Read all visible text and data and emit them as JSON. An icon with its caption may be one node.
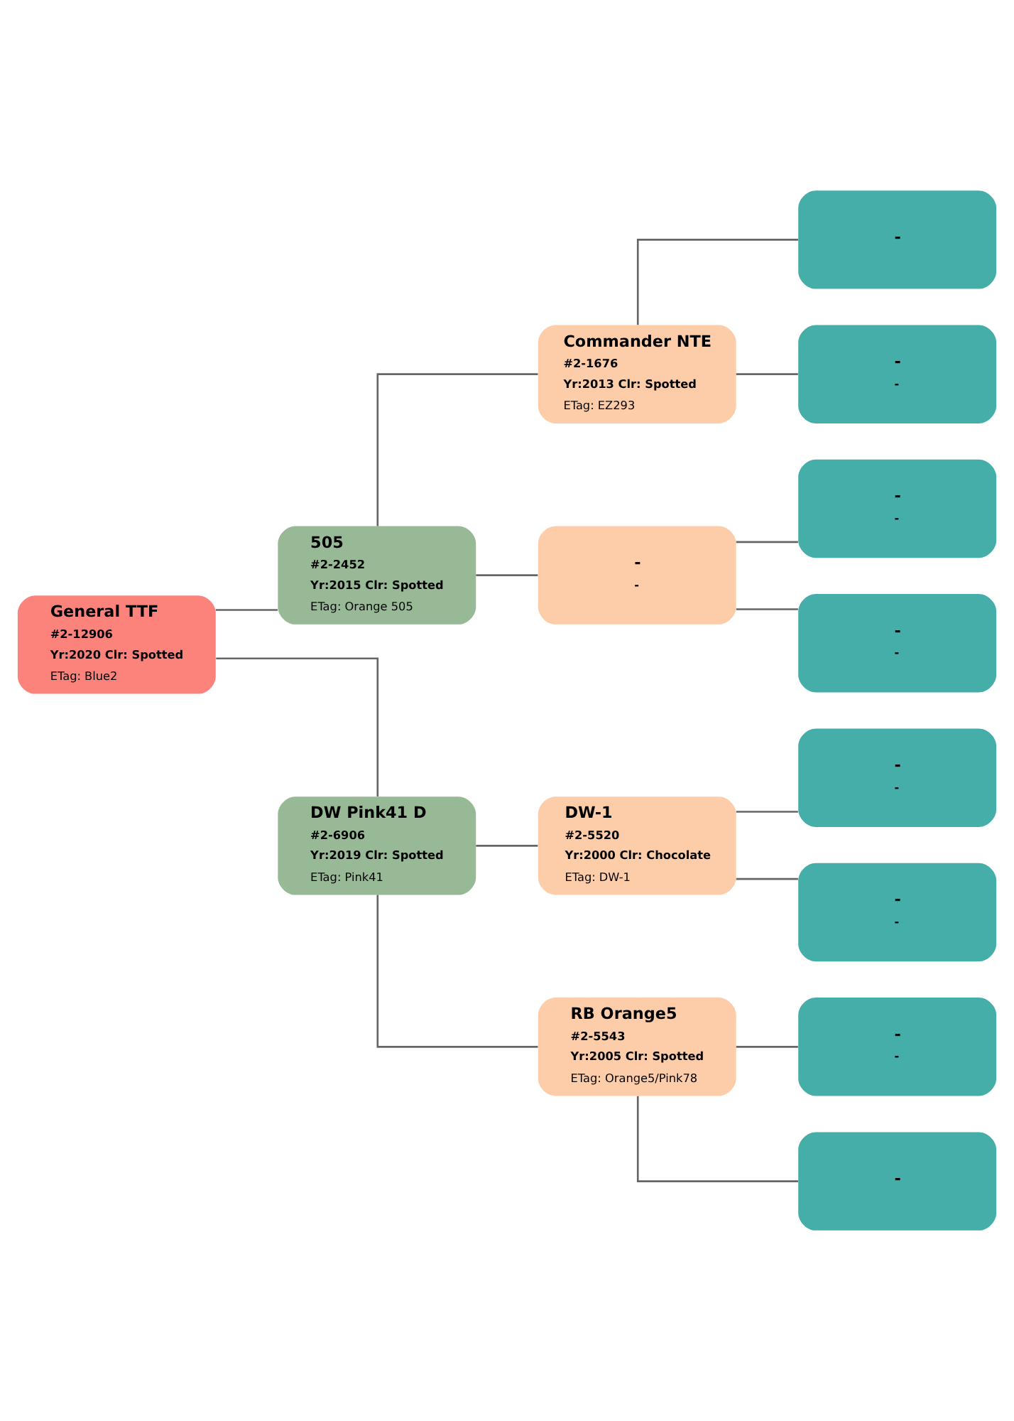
{
  "diagram": {
    "nodes": [
      {
        "text": [
          "General TTF",
          "#2-12906",
          "Yr:2020 Clr: Spotted",
          "ETag: Blue2"
        ]
      },
      {
        "text": [
          "505",
          "#2-2452",
          "Yr:2015 Clr: Spotted",
          "ETag: Orange 505"
        ]
      },
      {
        "text": [
          "DW Pink41 D",
          "#2-6906",
          "Yr:2019 Clr: Spotted",
          "ETag: Pink41"
        ]
      },
      {
        "text": [
          "Commander NTE",
          "#2-1676",
          "Yr:2013 Clr: Spotted",
          "ETag: EZ293"
        ]
      },
      {
        "text": [
          "-",
          "-"
        ]
      },
      {
        "text": [
          "DW-1",
          "#2-5520",
          "Yr:2000 Clr: Chocolate",
          "ETag: DW-1"
        ]
      },
      {
        "text": [
          "RB Orange5",
          "#2-5543",
          "Yr:2005 Clr: Spotted",
          "ETag: Orange5/Pink78"
        ]
      },
      {
        "text": [
          "-"
        ]
      },
      {
        "text": [
          "-",
          "-"
        ]
      },
      {
        "text": [
          "-",
          "-"
        ]
      },
      {
        "text": [
          "-",
          "-"
        ]
      },
      {
        "text": [
          "-",
          "-"
        ]
      },
      {
        "text": [
          "-",
          "-"
        ]
      },
      {
        "text": [
          "-",
          "-"
        ]
      },
      {
        "text": [
          "-"
        ]
      }
    ],
    "edges": [
      {
        "from": 0,
        "to": 1,
        "arrow": "none"
      },
      {
        "from": 0,
        "to": 2,
        "arrow": "none"
      },
      {
        "from": 1,
        "to": 3,
        "arrow": "none"
      },
      {
        "from": 1,
        "to": 4,
        "arrow": "none"
      },
      {
        "from": 2,
        "to": 5,
        "arrow": "none"
      },
      {
        "from": 2,
        "to": 6,
        "arrow": "none"
      },
      {
        "from": 3,
        "to": 7,
        "arrow": "none"
      },
      {
        "from": 3,
        "to": 8,
        "arrow": "none"
      },
      {
        "from": 4,
        "to": 9,
        "arrow": "none"
      },
      {
        "from": 4,
        "to": 10,
        "arrow": "none"
      },
      {
        "from": 5,
        "to": 11,
        "arrow": "none"
      },
      {
        "from": 5,
        "to": 12,
        "arrow": "none"
      },
      {
        "from": 6,
        "to": 13,
        "arrow": "none"
      },
      {
        "from": 6,
        "to": 14,
        "arrow": "none"
      }
    ]
  }
}
